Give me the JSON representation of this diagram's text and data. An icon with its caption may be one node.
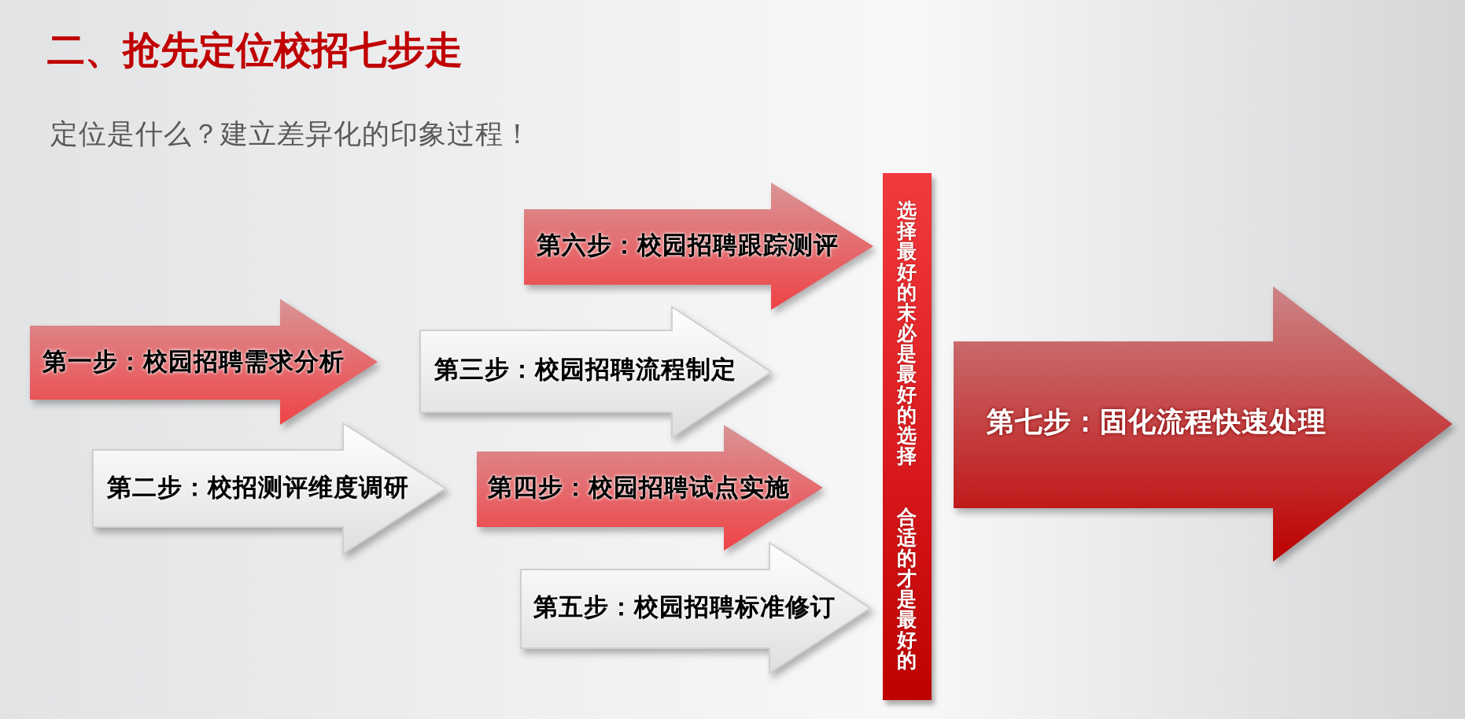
{
  "diagram": {
    "title": "二、抢先定位校招七步走",
    "nodes": [
      {
        "text": [
          "第一步：校园招聘需求分析"
        ]
      },
      {
        "text": [
          "第二步：校招测评维度调研"
        ]
      },
      {
        "text": [
          "第三步：校园招聘流程制定"
        ]
      },
      {
        "text": [
          "第四步：校园招聘试点实施"
        ]
      },
      {
        "text": [
          "第五步：校园招聘标准修订"
        ]
      },
      {
        "text": [
          "第六步：校园招聘跟踪测评"
        ]
      },
      {
        "text": [
          "选择最好的末必是最好的选择",
          "合适的才是最好的"
        ]
      },
      {
        "text": [
          "第七步：固化流程快速处理"
        ]
      }
    ],
    "labels": [
      "定位是什么？建立差异化的印象过程！"
    ]
  }
}
